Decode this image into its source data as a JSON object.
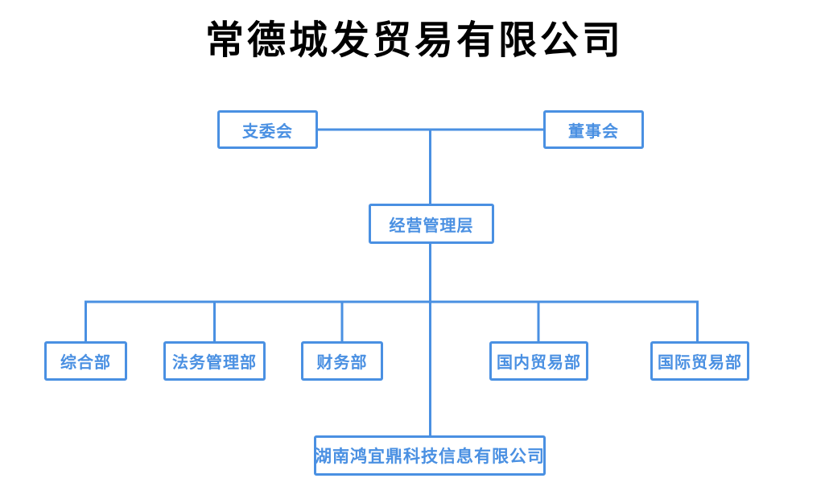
{
  "title": "常德城发贸易有限公司",
  "colors": {
    "accent": "#4a90e2",
    "background": "#ffffff",
    "title_text": "#000000"
  },
  "org_chart": {
    "top_row": [
      {
        "label": "支委会"
      },
      {
        "label": "董事会"
      }
    ],
    "management": {
      "label": "经营管理层"
    },
    "departments": [
      {
        "label": "综合部"
      },
      {
        "label": "法务管理部"
      },
      {
        "label": "财务部"
      },
      {
        "label": "国内贸易部"
      },
      {
        "label": "国际贸易部"
      }
    ],
    "subsidiary": {
      "label": "湖南鸿宜鼎科技信息有限公司"
    }
  }
}
